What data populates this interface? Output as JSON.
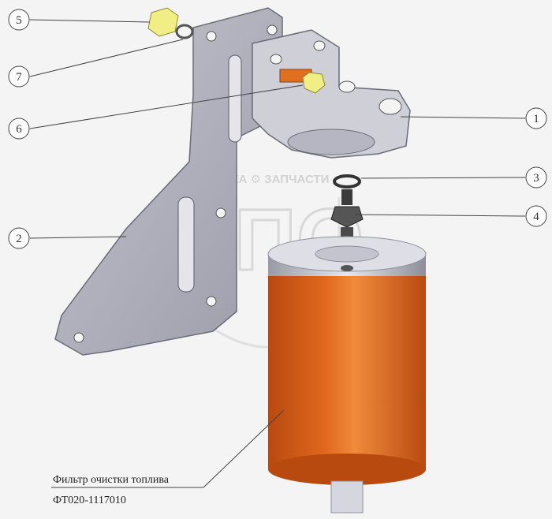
{
  "callouts": [
    "1",
    "2",
    "3",
    "4",
    "5",
    "6",
    "7"
  ],
  "caption": {
    "line1": "Фильтр очистки топлива",
    "line2": "ФТ020-1117010"
  },
  "watermark": {
    "text": "ТЕХНИКА ⚙ ЗАПЧАСТИ",
    "logo": "ЭПО"
  },
  "colors": {
    "bracket": "#a8a8b4",
    "bracket_dark": "#7c7c8a",
    "filter_body": "#e0661c",
    "filter_dark": "#b84a10",
    "bolt": "#f2ee86",
    "background": "#f4f4f4"
  }
}
